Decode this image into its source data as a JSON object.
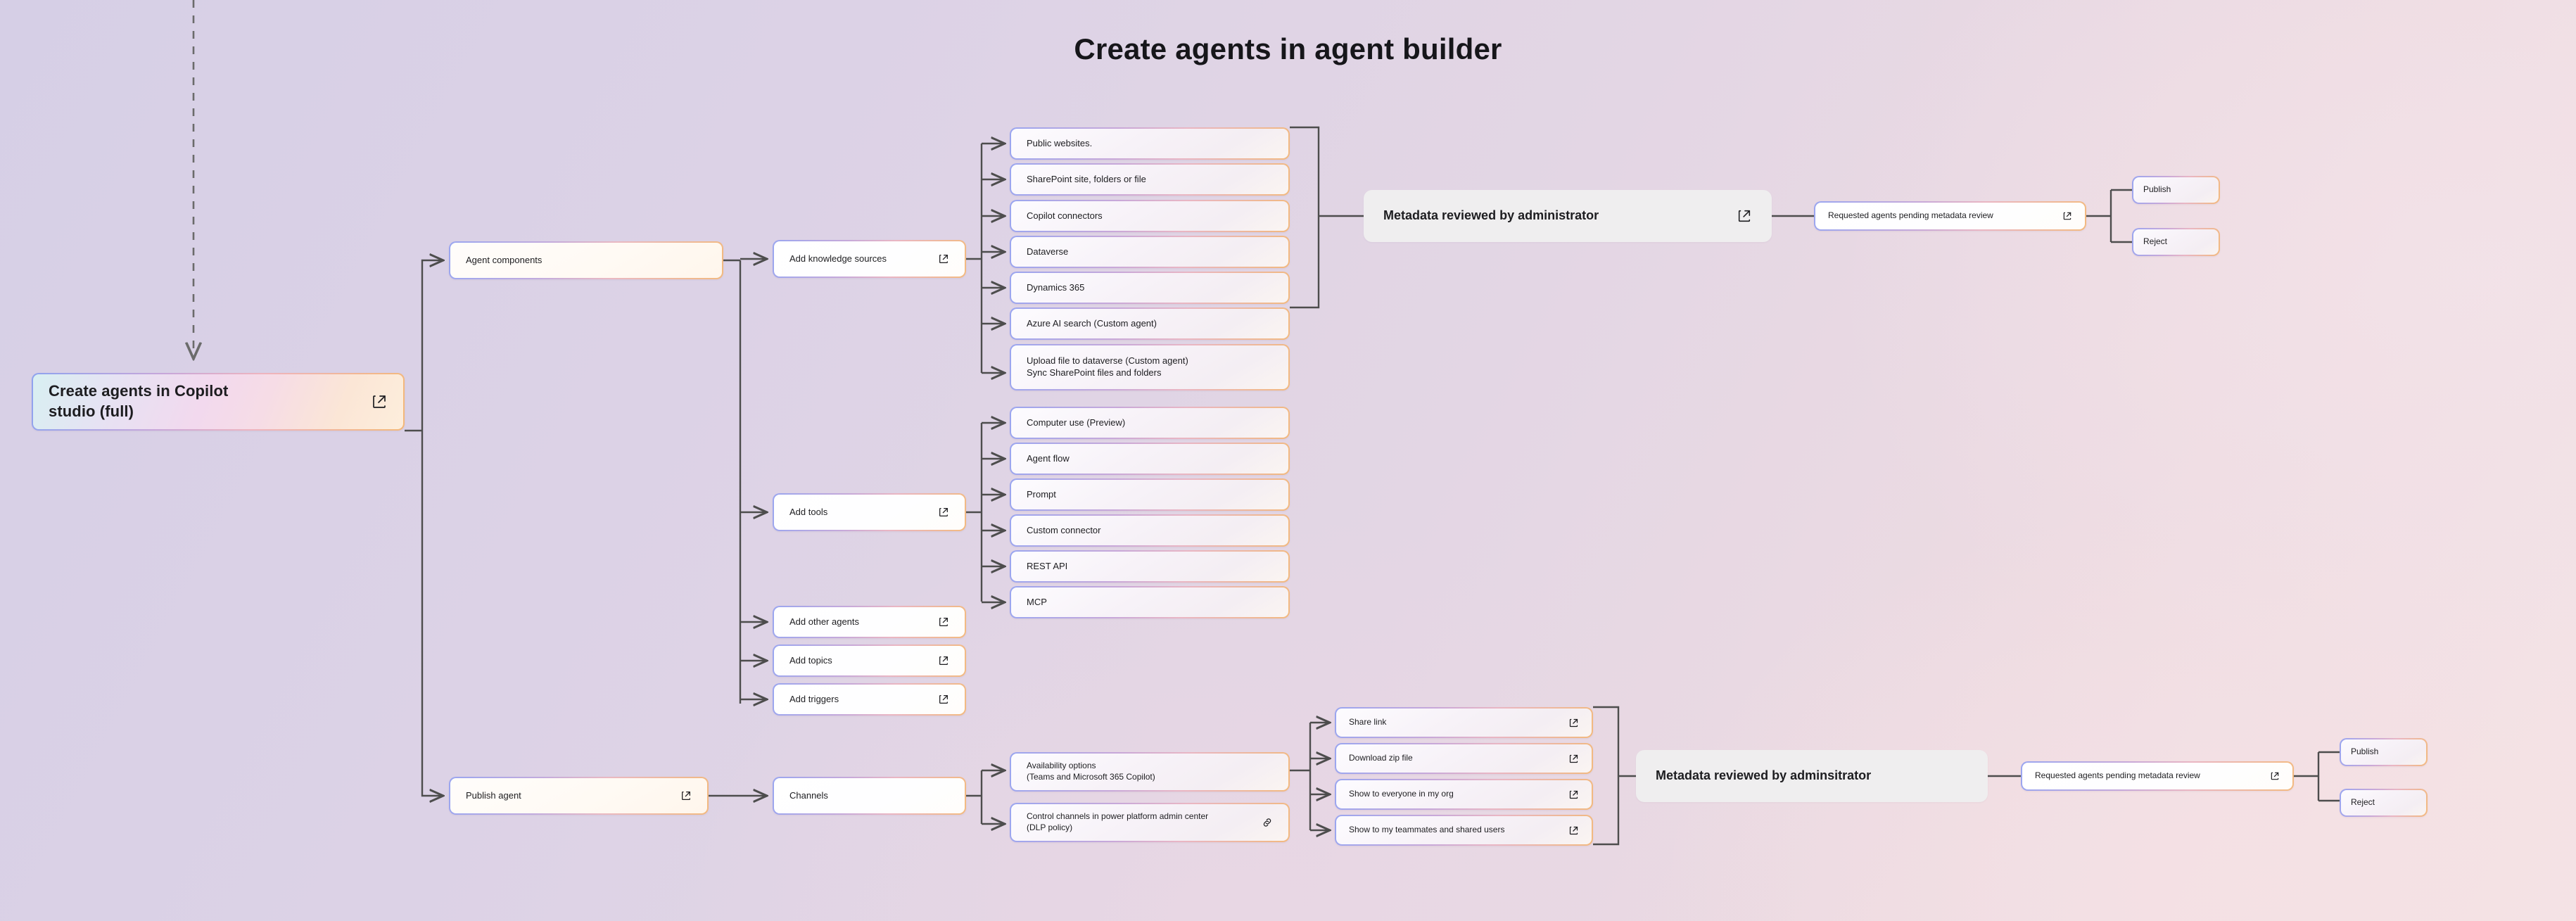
{
  "page": {
    "title": "Create agents in agent builder",
    "accent_border_start": "#9aa6f0",
    "accent_border_end": "#f2b97f",
    "edge_color": "#4d4d4d",
    "plain_node_bg": "#efeeef"
  },
  "root": {
    "label": "Create agents in Copilot\nstudio (full)",
    "icon": "open-in-new-icon"
  },
  "branches": [
    {
      "label": "Agent components",
      "icon": null
    },
    {
      "label": "Publish agent",
      "icon": "open-in-new-icon"
    }
  ],
  "agent_components": {
    "items": [
      {
        "label": "Add knowledge sources",
        "icon": "open-in-new-icon"
      },
      {
        "label": "Add tools",
        "icon": "open-in-new-icon"
      },
      {
        "label": "Add other agents",
        "icon": "open-in-new-icon"
      },
      {
        "label": "Add topics",
        "icon": "open-in-new-icon"
      },
      {
        "label": "Add triggers",
        "icon": "open-in-new-icon"
      }
    ]
  },
  "knowledge_sources": [
    {
      "label": "Public websites.",
      "icon": null
    },
    {
      "label": "SharePoint site, folders or file",
      "icon": null
    },
    {
      "label": "Copilot connectors",
      "icon": null
    },
    {
      "label": "Dataverse",
      "icon": null
    },
    {
      "label": "Dynamics 365",
      "icon": null
    },
    {
      "label": "Azure AI search (Custom agent)",
      "icon": null
    },
    {
      "label": "Upload file to dataverse (Custom agent)\nSync SharePoint files and folders",
      "icon": null
    }
  ],
  "tools": [
    {
      "label": "Computer use (Preview)",
      "icon": null
    },
    {
      "label": "Agent flow",
      "icon": null
    },
    {
      "label": "Prompt",
      "icon": null
    },
    {
      "label": "Custom connector",
      "icon": null
    },
    {
      "label": "REST API",
      "icon": null
    },
    {
      "label": "MCP",
      "icon": null
    }
  ],
  "review_top": {
    "label": "Metadata reviewed by administrator",
    "icon": "open-in-new-icon"
  },
  "pending_top": {
    "label": "Requested agents pending metadata review",
    "icon": "open-in-new-icon"
  },
  "decisions_top": [
    {
      "label": "Publish"
    },
    {
      "label": "Reject"
    }
  ],
  "publish_branch": {
    "channels": {
      "label": "Channels",
      "icon": null
    },
    "options": [
      {
        "label": "Availability options\n(Teams and Microsoft 365 Copilot)",
        "icon": null
      },
      {
        "label": "Control channels in power platform admin center\n(DLP policy)",
        "icon": "link-icon"
      }
    ],
    "share_targets": [
      {
        "label": "Share link",
        "icon": "open-in-new-icon"
      },
      {
        "label": "Download zip file",
        "icon": "open-in-new-icon"
      },
      {
        "label": "Show to everyone in my org",
        "icon": "open-in-new-icon"
      },
      {
        "label": "Show to my teammates and shared users",
        "icon": "open-in-new-icon"
      }
    ]
  },
  "review_bottom": {
    "label": "Metadata reviewed by adminsitrator",
    "icon": null
  },
  "pending_bottom": {
    "label": "Requested agents pending metadata review",
    "icon": "open-in-new-icon"
  },
  "decisions_bottom": [
    {
      "label": "Publish"
    },
    {
      "label": "Reject"
    }
  ]
}
